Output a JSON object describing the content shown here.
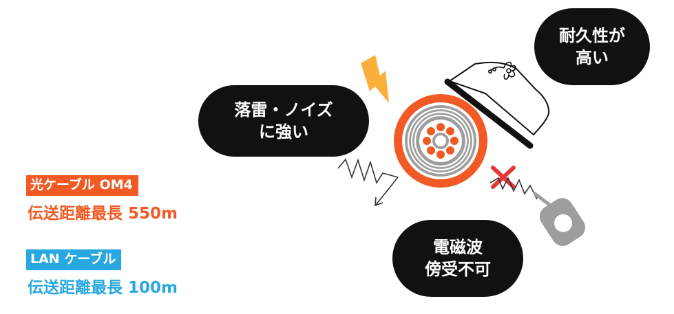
{
  "colors": {
    "orange": "#F15A24",
    "blue": "#29A8E0",
    "dark": "#111111",
    "lightning": "#FBB03B",
    "gray": "#B3B3B3"
  },
  "fiber": {
    "tag": "光ケーブル OM4",
    "distance": "伝送距離最長 550m"
  },
  "lan": {
    "tag": "LAN ケーブル",
    "distance": "伝送距離最長 100m"
  },
  "bubbles": {
    "lightning": {
      "line1": "落雷・ノイズ",
      "line2": "に強い"
    },
    "durability": {
      "line1": "耐久性が",
      "line2": "高い"
    },
    "radio": {
      "line1": "電磁波",
      "line2": "傍受不可"
    }
  },
  "icons": [
    "lightning-icon",
    "cable-cross-section-icon",
    "boot-icon",
    "signal-wave-icon",
    "blocked-x-icon",
    "radio-device-icon"
  ]
}
